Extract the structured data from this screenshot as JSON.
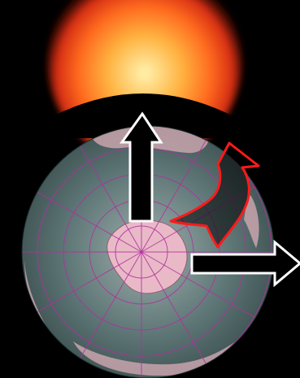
{
  "scene": {
    "background_color": "#000000",
    "sun": {
      "name": "sun",
      "glow_colors": [
        "#fff3b0",
        "#ffb23f",
        "#ff6a1f",
        "#d62e13",
        "#5a0b05"
      ]
    },
    "occluder": {
      "name": "planet-shadow",
      "color": "#000000"
    },
    "globe": {
      "name": "earth-globe",
      "ocean_colors": [
        "#9fb0ad",
        "#5e7676",
        "#344746"
      ],
      "land_color": "#d9aeb8",
      "graticule_color": "#b0309d",
      "antarctica_color": "#e9b9c7"
    },
    "arrows": [
      {
        "name": "up-arrow",
        "fill": "#000000",
        "stroke": "#ffffff"
      },
      {
        "name": "right-arrow",
        "fill": "#000000",
        "stroke": "#ffffff"
      },
      {
        "name": "curved-rotation-arrow",
        "fill": "#000000",
        "stroke": "#ff1a1a"
      }
    ]
  }
}
